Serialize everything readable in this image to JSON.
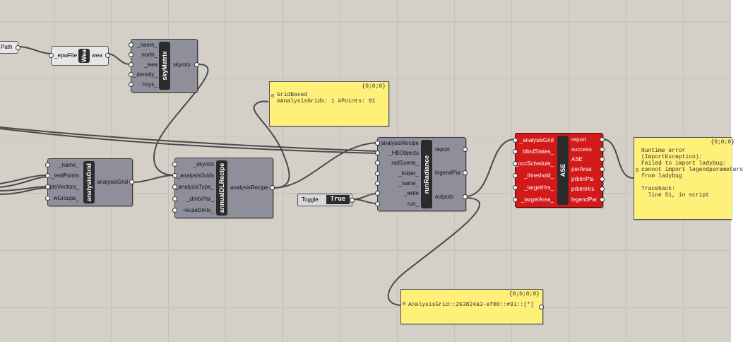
{
  "canvas": {
    "background": "#d4d0c8",
    "grid_color": "#c4c0b8",
    "wire_color": "#4a4a4a"
  },
  "path_param": {
    "label": "Path"
  },
  "epw_param": {
    "input": "_epwFile",
    "title": "Wea",
    "output": "wea"
  },
  "skymatrix": {
    "title": "skyMatrix",
    "inputs": [
      "_name_",
      "north_",
      "_wea",
      "_density_",
      "hoys_"
    ],
    "output": "skymtx"
  },
  "panel_grid": {
    "header": "{0;0;0}",
    "index": "0",
    "text": "GridBased\n#AnalysisGrids: 1 #Points: 91"
  },
  "analysisgrid": {
    "title": "analysisGrid",
    "inputs": [
      "_name_",
      "_testPoints",
      "ptsVectors_",
      "wGroups_"
    ],
    "output": "analysisGrid"
  },
  "recipe": {
    "title": "annualDLRecipe",
    "inputs": [
      "_skymtx",
      "_analysisGrids",
      "_analysisType_",
      "_dmtxPar_",
      "reuseDmtx_"
    ],
    "output": "analysisRecipe"
  },
  "runradiance": {
    "title": "runRadiance",
    "inputs": [
      "_analysisRecipe",
      "_HBObjects",
      "radScene_",
      "_folder_",
      "_name_",
      "_write",
      "run_"
    ],
    "outputs": [
      "report",
      "legendPar",
      "outputs"
    ]
  },
  "toggle": {
    "label": "Toggle",
    "value": "True"
  },
  "ase": {
    "title": "ASE",
    "inputs": [
      "_analysisGrid",
      "blindStates_",
      "_occSchedule_",
      "_threshold_",
      "_targetHrs_",
      "_targetArea_"
    ],
    "outputs": [
      "report",
      "success",
      "ASE",
      "perArea",
      "prblmPts",
      "prblmHrs",
      "legendPar"
    ],
    "color": "#d31a1a"
  },
  "panel_error": {
    "header": "{0;0;0}",
    "index": "0",
    "text": "Runtime error\n(ImportException):\nFailed to import ladybug:\ncannot import legendparameters\nfrom ladybug\n\nTraceback:\n  line 51, in script"
  },
  "panel_ag": {
    "header": "{0;0;0;0}",
    "index": "0",
    "text": "AnalysisGrid::263824a3-ef00::#91::[*]"
  }
}
